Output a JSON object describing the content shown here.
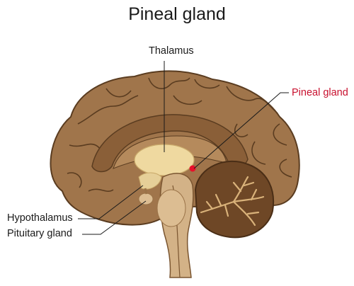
{
  "title": "Pineal gland",
  "labels": {
    "thalamus": "Thalamus",
    "pineal_gland": "Pineal gland",
    "hypothalamus": "Hypothalamus",
    "pituitary_gland": "Pituitary gland"
  },
  "colors": {
    "cortex": "#a0754b",
    "cortex_outline": "#5a3c20",
    "inner_brown": "#8a5f38",
    "thalamus": "#efd9a0",
    "cerebellum": "#6e4726",
    "brainstem": "#d3b287",
    "pineal": "#e8102a",
    "pineal_label": "#c8102e"
  }
}
